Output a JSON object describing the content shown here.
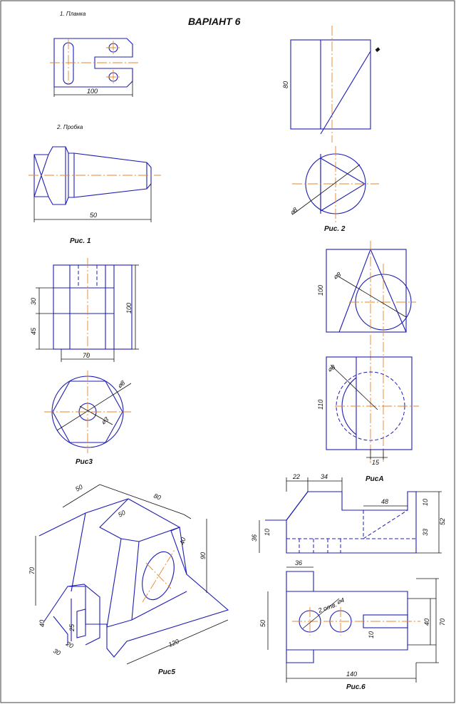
{
  "title": "ВАРІАНТ 6",
  "parts": {
    "part1": "1. Планка",
    "part2": "2. Пробка"
  },
  "captions": {
    "fig1": "Рис. 1",
    "fig2": "Рис. 2",
    "fig3": "Рис3",
    "fig4": "РисА",
    "fig5": "Рис5",
    "fig6": "Рис.6"
  },
  "dimensions": {
    "fig1_plank_width": "100",
    "fig1_plug_length": "50",
    "fig2_height": "80",
    "fig3_upper": "30",
    "fig3_lower": "45",
    "fig3_height": "100",
    "fig3_width": "70",
    "fig4_height": "100",
    "fig4_bottom": "110",
    "fig4_offset": "15",
    "fig5_top": "50",
    "fig5_depth": "80",
    "fig5_slot": "50",
    "fig5_height": "70",
    "fig5_boss": "40",
    "fig5_right": "90",
    "fig5_length": "120",
    "fig5_foot": "40",
    "fig5_foot_inner": "25",
    "fig5_foot_w": "30",
    "fig5_foot_w2": "20",
    "fig6_a": "22",
    "fig6_b": "34",
    "fig6_slot": "48",
    "fig6_r1": "10",
    "fig6_r2": "33",
    "fig6_r3": "52",
    "fig6_left": "36",
    "fig6_left_small": "10",
    "fig6_top_offset": "36",
    "fig6_holes": "2 отв.",
    "fig6_depth": "50",
    "fig6_inner": "40",
    "fig6_outer": "70",
    "fig6_width": "140",
    "fig6_key": "10"
  },
  "colors": {
    "outline": "#1c1cb4",
    "center_line": "#e8842a",
    "dimension": "#111111"
  }
}
